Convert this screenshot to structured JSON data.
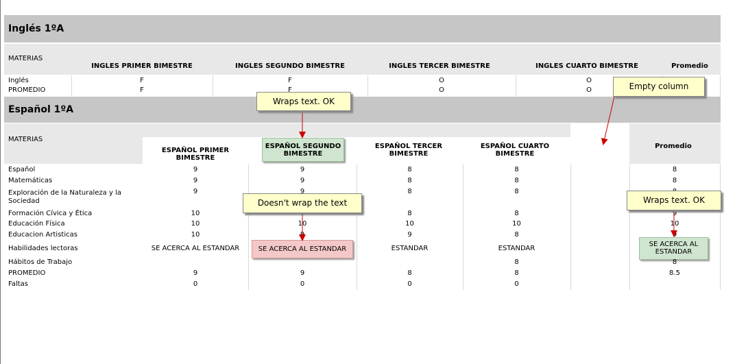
{
  "ingles": {
    "title": "Inglés 1ºA",
    "materias_label": "MATERIAS",
    "columns": [
      "INGLES PRIMER BIMESTRE",
      "INGLES SEGUNDO BIMESTRE",
      "INGLES TERCER BIMESTRE",
      "INGLES CUARTO BIMESTRE",
      "Promedio"
    ],
    "rows": [
      {
        "name": "Inglés",
        "values": [
          "F",
          "F",
          "O",
          "O"
        ]
      },
      {
        "name": "PROMEDIO",
        "values": [
          "F",
          "F",
          "O",
          "O"
        ]
      }
    ]
  },
  "espanol": {
    "title": "Español 1ºA",
    "materias_label": "MATERIAS",
    "columns": [
      "ESPAÑOL PRIMER BIMESTRE",
      "ESPAÑOL SEGUNDO BIMESTRE",
      "ESPAÑOL TERCER BIMESTRE",
      "ESPAÑOL CUARTO BIMESTRE",
      "Promedio"
    ],
    "rows": [
      {
        "name": "Español",
        "values": [
          "9",
          "9",
          "8",
          "8",
          "8"
        ]
      },
      {
        "name": "Matemáticas",
        "values": [
          "9",
          "9",
          "8",
          "8",
          "8"
        ]
      },
      {
        "name": "Exploración de la Naturaleza y la Sociedad",
        "values": [
          "9",
          "9",
          "8",
          "8",
          "8"
        ]
      },
      {
        "name": "Formación Cívica y Ética",
        "values": [
          "10",
          "9",
          "8",
          "8",
          "9"
        ]
      },
      {
        "name": "Educación Física",
        "values": [
          "10",
          "10",
          "10",
          "10",
          "10"
        ]
      },
      {
        "name": "Educacion Artisticas",
        "values": [
          "10",
          "9",
          "9",
          "8",
          "9"
        ]
      },
      {
        "name": "Habilidades lectoras",
        "values": [
          "SE ACERCA AL ESTANDAR",
          "SE ACERCA AL ESTANDAR",
          "ESTANDAR",
          "ESTANDAR",
          "SE ACERCA AL ESTANDAR"
        ]
      },
      {
        "name": "Hábitos de Trabajo",
        "values": [
          "",
          "",
          "",
          "8",
          "8"
        ]
      },
      {
        "name": "PROMEDIO",
        "values": [
          "9",
          "9",
          "8",
          "8",
          "8.5"
        ]
      },
      {
        "name": "Faltas",
        "values": [
          "0",
          "0",
          "0",
          "0",
          ""
        ]
      }
    ]
  },
  "notes": {
    "wraps_ok_1": "Wraps text. OK",
    "empty_column": "Empty column",
    "doesnt_wrap": "Doesn't wrap the text",
    "wraps_ok_2": "Wraps text. OK"
  },
  "colors": {
    "section_bar": "#c6c6c6",
    "header_band": "#e8e8e8",
    "note_bg": "#ffffcc",
    "badge_green": "#cfe5cf",
    "badge_red": "#f4c8c8",
    "arrow": "#cc0000"
  }
}
